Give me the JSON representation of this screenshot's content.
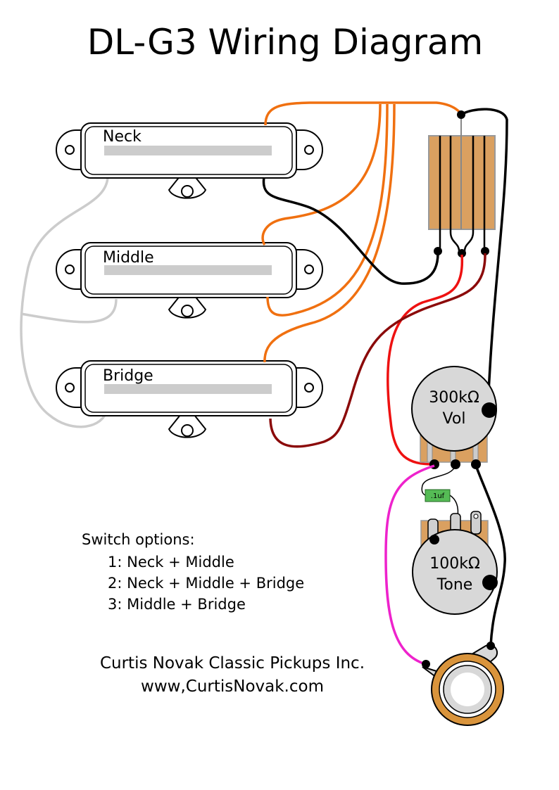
{
  "title": "DL-G3 Wiring Diagram",
  "pickups": [
    {
      "name": "Neck"
    },
    {
      "name": "Middle"
    },
    {
      "name": "Bridge"
    }
  ],
  "switch_options": {
    "heading": "Switch options:",
    "items": [
      "1: Neck + Middle",
      "2: Neck + Middle + Bridge",
      "3: Middle + Bridge"
    ]
  },
  "vol_pot": {
    "value": "300kΩ",
    "name": "Vol"
  },
  "tone_pot": {
    "value": "100kΩ",
    "name": "Tone"
  },
  "capacitor": {
    "value": ".1uf"
  },
  "credits": {
    "company": "Curtis Novak Classic Pickups Inc.",
    "website": "www,CurtisNovak.com"
  },
  "colors": {
    "orange_wire": "#f07010",
    "black_wire": "#000000",
    "red_wire": "#ee1111",
    "darkred_wire": "#8b0a0a",
    "pink_wire": "#ee22cc",
    "gray_wire": "#cccccc",
    "switch_body": "#daa060",
    "pot_body": "#d8d8d8",
    "capacitor": "#55bb55",
    "jack_ring": "#d9943c"
  }
}
